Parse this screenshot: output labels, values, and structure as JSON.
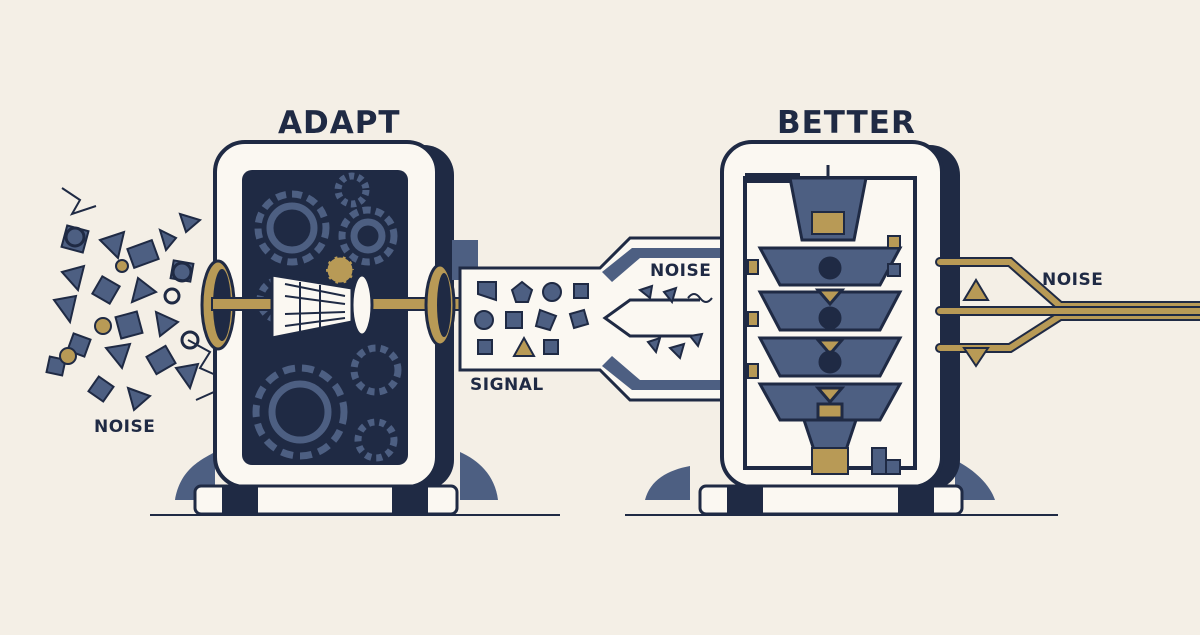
{
  "labels": {
    "adapt_title": "ADAPT",
    "better_title": "BETTER",
    "noise_left": "NOISE",
    "signal": "SIGNAL",
    "noise_mid": "NOISE",
    "noise_right": "NOISE"
  },
  "colors": {
    "navy": "#1f2a44",
    "slate": "#4d5f82",
    "gold": "#b89a56",
    "cream": "#f4efe6",
    "panel": "#fbf8f2"
  },
  "icons": [
    "gear-icon",
    "funnel-icon",
    "chevron-icon"
  ]
}
